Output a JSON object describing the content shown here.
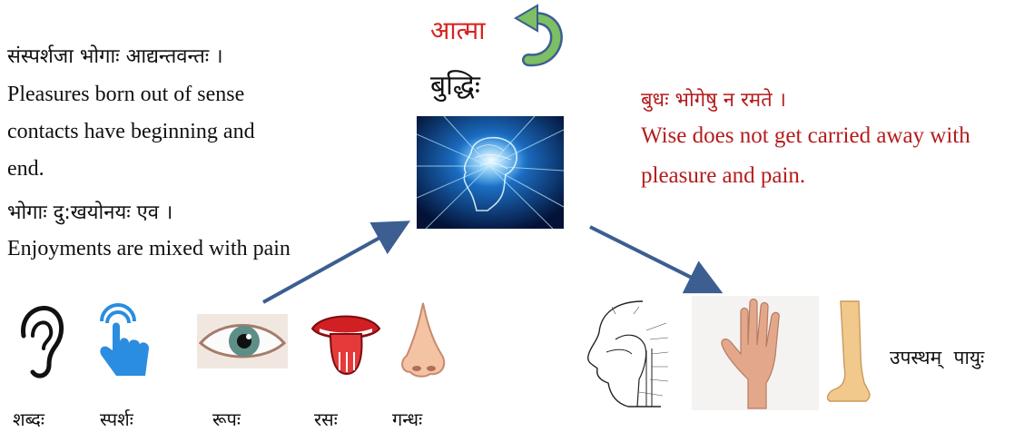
{
  "top": {
    "atma": "आत्मा",
    "buddhi": "बुद्धिः"
  },
  "left_text": {
    "sanskrit_1": "संस्पर्शजा भोगाः आद्यन्तवन्तः ।",
    "english_1": [
      "Pleasures born out of sense",
      "contacts have beginning and",
      "end."
    ],
    "sanskrit_2": "भोगाः दु:खयोनयः एव ।",
    "english_2": "Enjoyments are mixed with pain"
  },
  "right_text": {
    "sanskrit": "बुधः भोगेषु न रमते ।",
    "english": [
      "Wise does not get carried away with",
      "pleasure and pain."
    ]
  },
  "senses": {
    "labels": [
      "शब्दः",
      "स्पर्शः",
      "रूपः",
      "रसः",
      "गन्धः"
    ]
  },
  "organs": {
    "label": "उपस्थम्  पायुः"
  },
  "colors": {
    "atma_red": "#d8231f",
    "right_text_red": "#b51c1c",
    "arrow_blue": "#3c5e91",
    "curved_arrow_green": "#6fae5a"
  }
}
